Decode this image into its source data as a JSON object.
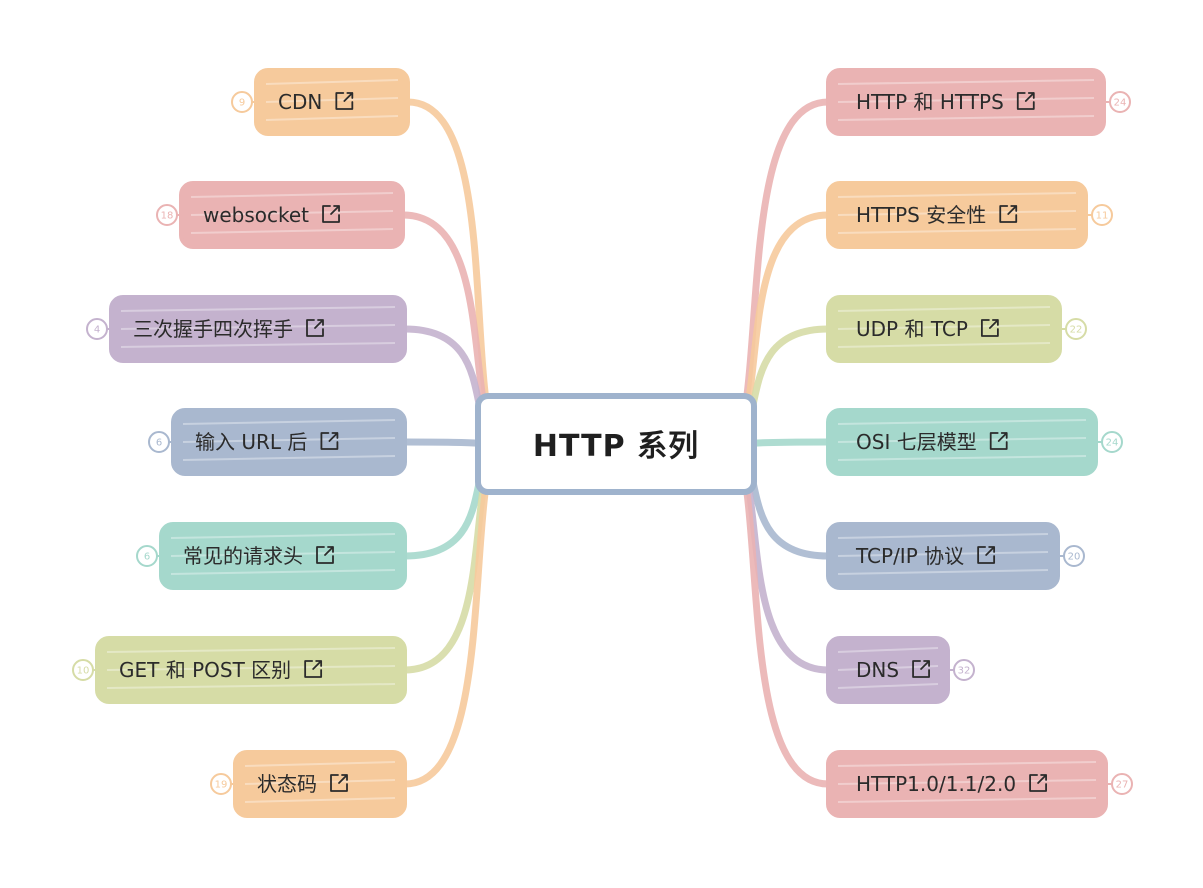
{
  "center": {
    "label": "HTTP 系列"
  },
  "colors": {
    "orange": "#f6ca9c",
    "pink": "#eab3b3",
    "purple": "#c4b2ce",
    "blue": "#a9b8cf",
    "teal": "#a5d8cc",
    "green": "#d6dca6",
    "center_border": "#9fb3cd"
  },
  "left_nodes": [
    {
      "label": "CDN",
      "count": "9",
      "color": "orange",
      "icon": "external-link-icon"
    },
    {
      "label": "websocket",
      "count": "18",
      "color": "pink",
      "icon": "external-link-icon"
    },
    {
      "label": "三次握手四次挥手",
      "count": "4",
      "color": "purple",
      "icon": "external-link-icon"
    },
    {
      "label": "输入 URL 后",
      "count": "6",
      "color": "blue",
      "icon": "external-link-icon"
    },
    {
      "label": "常见的请求头",
      "count": "6",
      "color": "teal",
      "icon": "external-link-icon"
    },
    {
      "label": "GET 和 POST 区别",
      "count": "10",
      "color": "green",
      "icon": "external-link-icon"
    },
    {
      "label": "状态码",
      "count": "19",
      "color": "orange",
      "icon": "external-link-icon"
    }
  ],
  "right_nodes": [
    {
      "label": "HTTP 和 HTTPS",
      "count": "24",
      "color": "pink",
      "icon": "external-link-icon"
    },
    {
      "label": "HTTPS 安全性",
      "count": "11",
      "color": "orange",
      "icon": "external-link-icon"
    },
    {
      "label": "UDP 和 TCP",
      "count": "22",
      "color": "green",
      "icon": "external-link-icon"
    },
    {
      "label": "OSI 七层模型",
      "count": "24",
      "color": "teal",
      "icon": "external-link-icon"
    },
    {
      "label": "TCP/IP 协议",
      "count": "20",
      "color": "blue",
      "icon": "external-link-icon"
    },
    {
      "label": "DNS",
      "count": "32",
      "color": "purple",
      "icon": "external-link-icon"
    },
    {
      "label": "HTTP1.0/1.1/2.0",
      "count": "27",
      "color": "pink",
      "icon": "external-link-icon"
    }
  ]
}
